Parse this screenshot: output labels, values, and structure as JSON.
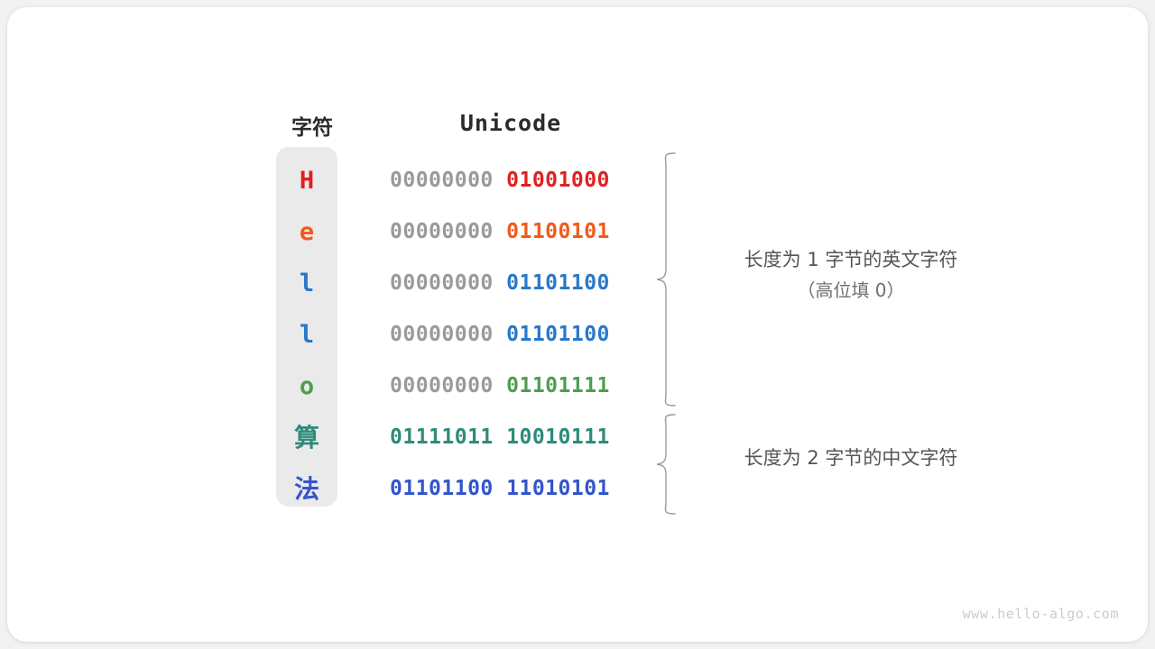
{
  "figure": {
    "headers": {
      "char": "字符",
      "unicode": "Unicode"
    },
    "rows": [
      {
        "glyph": "H",
        "color": "#e02020",
        "high": "00000000 ",
        "low": "01001000",
        "is_cjk": false
      },
      {
        "glyph": "e",
        "color": "#f15a1c",
        "high": "00000000 ",
        "low": "01100101",
        "is_cjk": false
      },
      {
        "glyph": "l",
        "color": "#2878c8",
        "high": "00000000 ",
        "low": "01101100",
        "is_cjk": false
      },
      {
        "glyph": "l",
        "color": "#2878c8",
        "high": "00000000 ",
        "low": "01101100",
        "is_cjk": false
      },
      {
        "glyph": "o",
        "color": "#4f9e4f",
        "high": "00000000 ",
        "low": "01101111",
        "is_cjk": false
      },
      {
        "glyph": "算",
        "color": "#2e8b7a",
        "high": "",
        "low": "01111011 10010111",
        "is_cjk": true
      },
      {
        "glyph": "法",
        "color": "#3355cc",
        "high": "",
        "low": "01101100 11010101",
        "is_cjk": true
      }
    ],
    "annotations": [
      {
        "text": "长度为 1 字节的英文字符",
        "sub": "（高位填 0）"
      },
      {
        "text": "长度为 2 字节的中文字符",
        "sub": ""
      }
    ],
    "watermark": "www.hello-algo.com",
    "colors": {
      "strip_background": "#eaeaea",
      "card_background": "#ffffff",
      "page_background": "#f2f2f2",
      "high_bits": "#9a9a9a",
      "annotation": "#555555",
      "brace": "#9a9a9a"
    }
  }
}
